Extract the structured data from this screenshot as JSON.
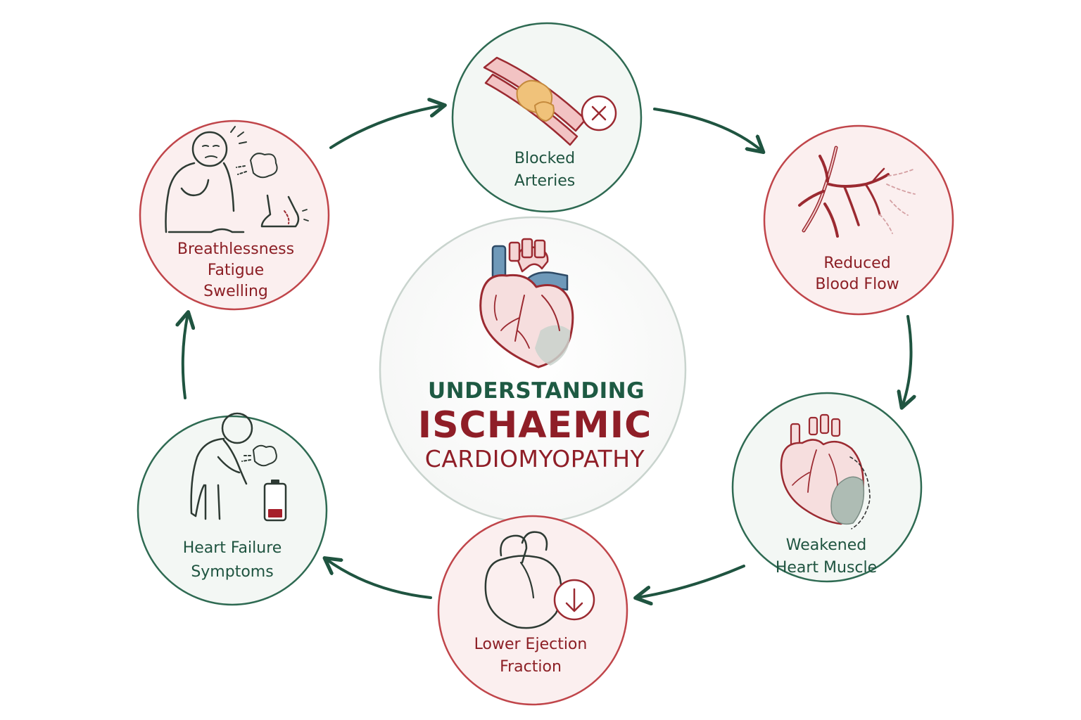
{
  "center": {
    "line1": "UNDERSTANDING",
    "line2": "ISCHAEMIC",
    "line3": "CARDIOMYOPATHY"
  },
  "stages": [
    {
      "id": "blocked-arteries",
      "lines": [
        "Blocked",
        "Arteries"
      ],
      "theme": "green",
      "icon": "blocked-artery-icon"
    },
    {
      "id": "reduced-blood-flow",
      "lines": [
        "Reduced",
        "Blood Flow"
      ],
      "theme": "red",
      "icon": "branching-vessels-icon"
    },
    {
      "id": "weakened-heart-muscle",
      "lines": [
        "Weakened",
        "Heart Muscle"
      ],
      "theme": "green",
      "icon": "damaged-heart-icon"
    },
    {
      "id": "lower-ejection-fraction",
      "lines": [
        "Lower Ejection",
        "Fraction"
      ],
      "theme": "red",
      "icon": "heart-down-arrow-icon"
    },
    {
      "id": "heart-failure-symptoms",
      "lines": [
        "Heart Failure",
        "Symptoms"
      ],
      "theme": "green",
      "icon": "tired-person-battery-icon"
    },
    {
      "id": "symptom-list",
      "lines": [
        "Breathlessness",
        "Fatigue",
        "Swelling"
      ],
      "theme": "red",
      "icon": "breathless-person-swollen-foot-icon"
    }
  ],
  "colors": {
    "green": "#1f5440",
    "red": "#8c1f25",
    "green_border": "#2e6a52",
    "red_border": "#c0454a",
    "green_fill": "#f3f7f4",
    "red_fill": "#fbefef",
    "arrow": "#1f5440"
  }
}
